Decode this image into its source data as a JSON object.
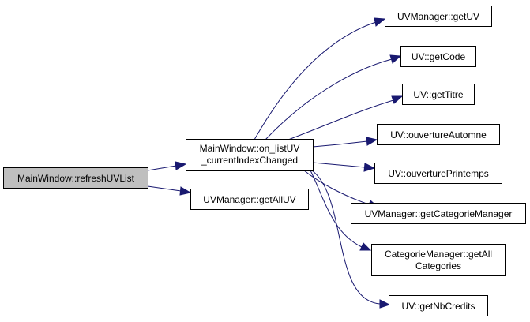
{
  "nodes": {
    "refreshUVList": {
      "lines": [
        "MainWindow::refreshUVList"
      ]
    },
    "onListUV": {
      "lines": [
        "MainWindow::on_listUV",
        "_currentIndexChanged"
      ]
    },
    "getAllUV": {
      "lines": [
        "UVManager::getAllUV"
      ]
    },
    "getUV": {
      "lines": [
        "UVManager::getUV"
      ]
    },
    "getCode": {
      "lines": [
        "UV::getCode"
      ]
    },
    "getTitre": {
      "lines": [
        "UV::getTitre"
      ]
    },
    "ouvertureAutomne": {
      "lines": [
        "UV::ouvertureAutomne"
      ]
    },
    "ouverturePrintemps": {
      "lines": [
        "UV::ouverturePrintemps"
      ]
    },
    "getCategorieManager": {
      "lines": [
        "UVManager::getCategorieManager"
      ]
    },
    "getAllCategories": {
      "lines": [
        "CategorieManager::getAll",
        "Categories"
      ]
    },
    "getNbCredits": {
      "lines": [
        "UV::getNbCredits"
      ]
    }
  },
  "colors": {
    "edge": "#191970",
    "root_fill": "#bfbfbf",
    "node_fill": "#ffffff",
    "node_border": "#000000"
  }
}
